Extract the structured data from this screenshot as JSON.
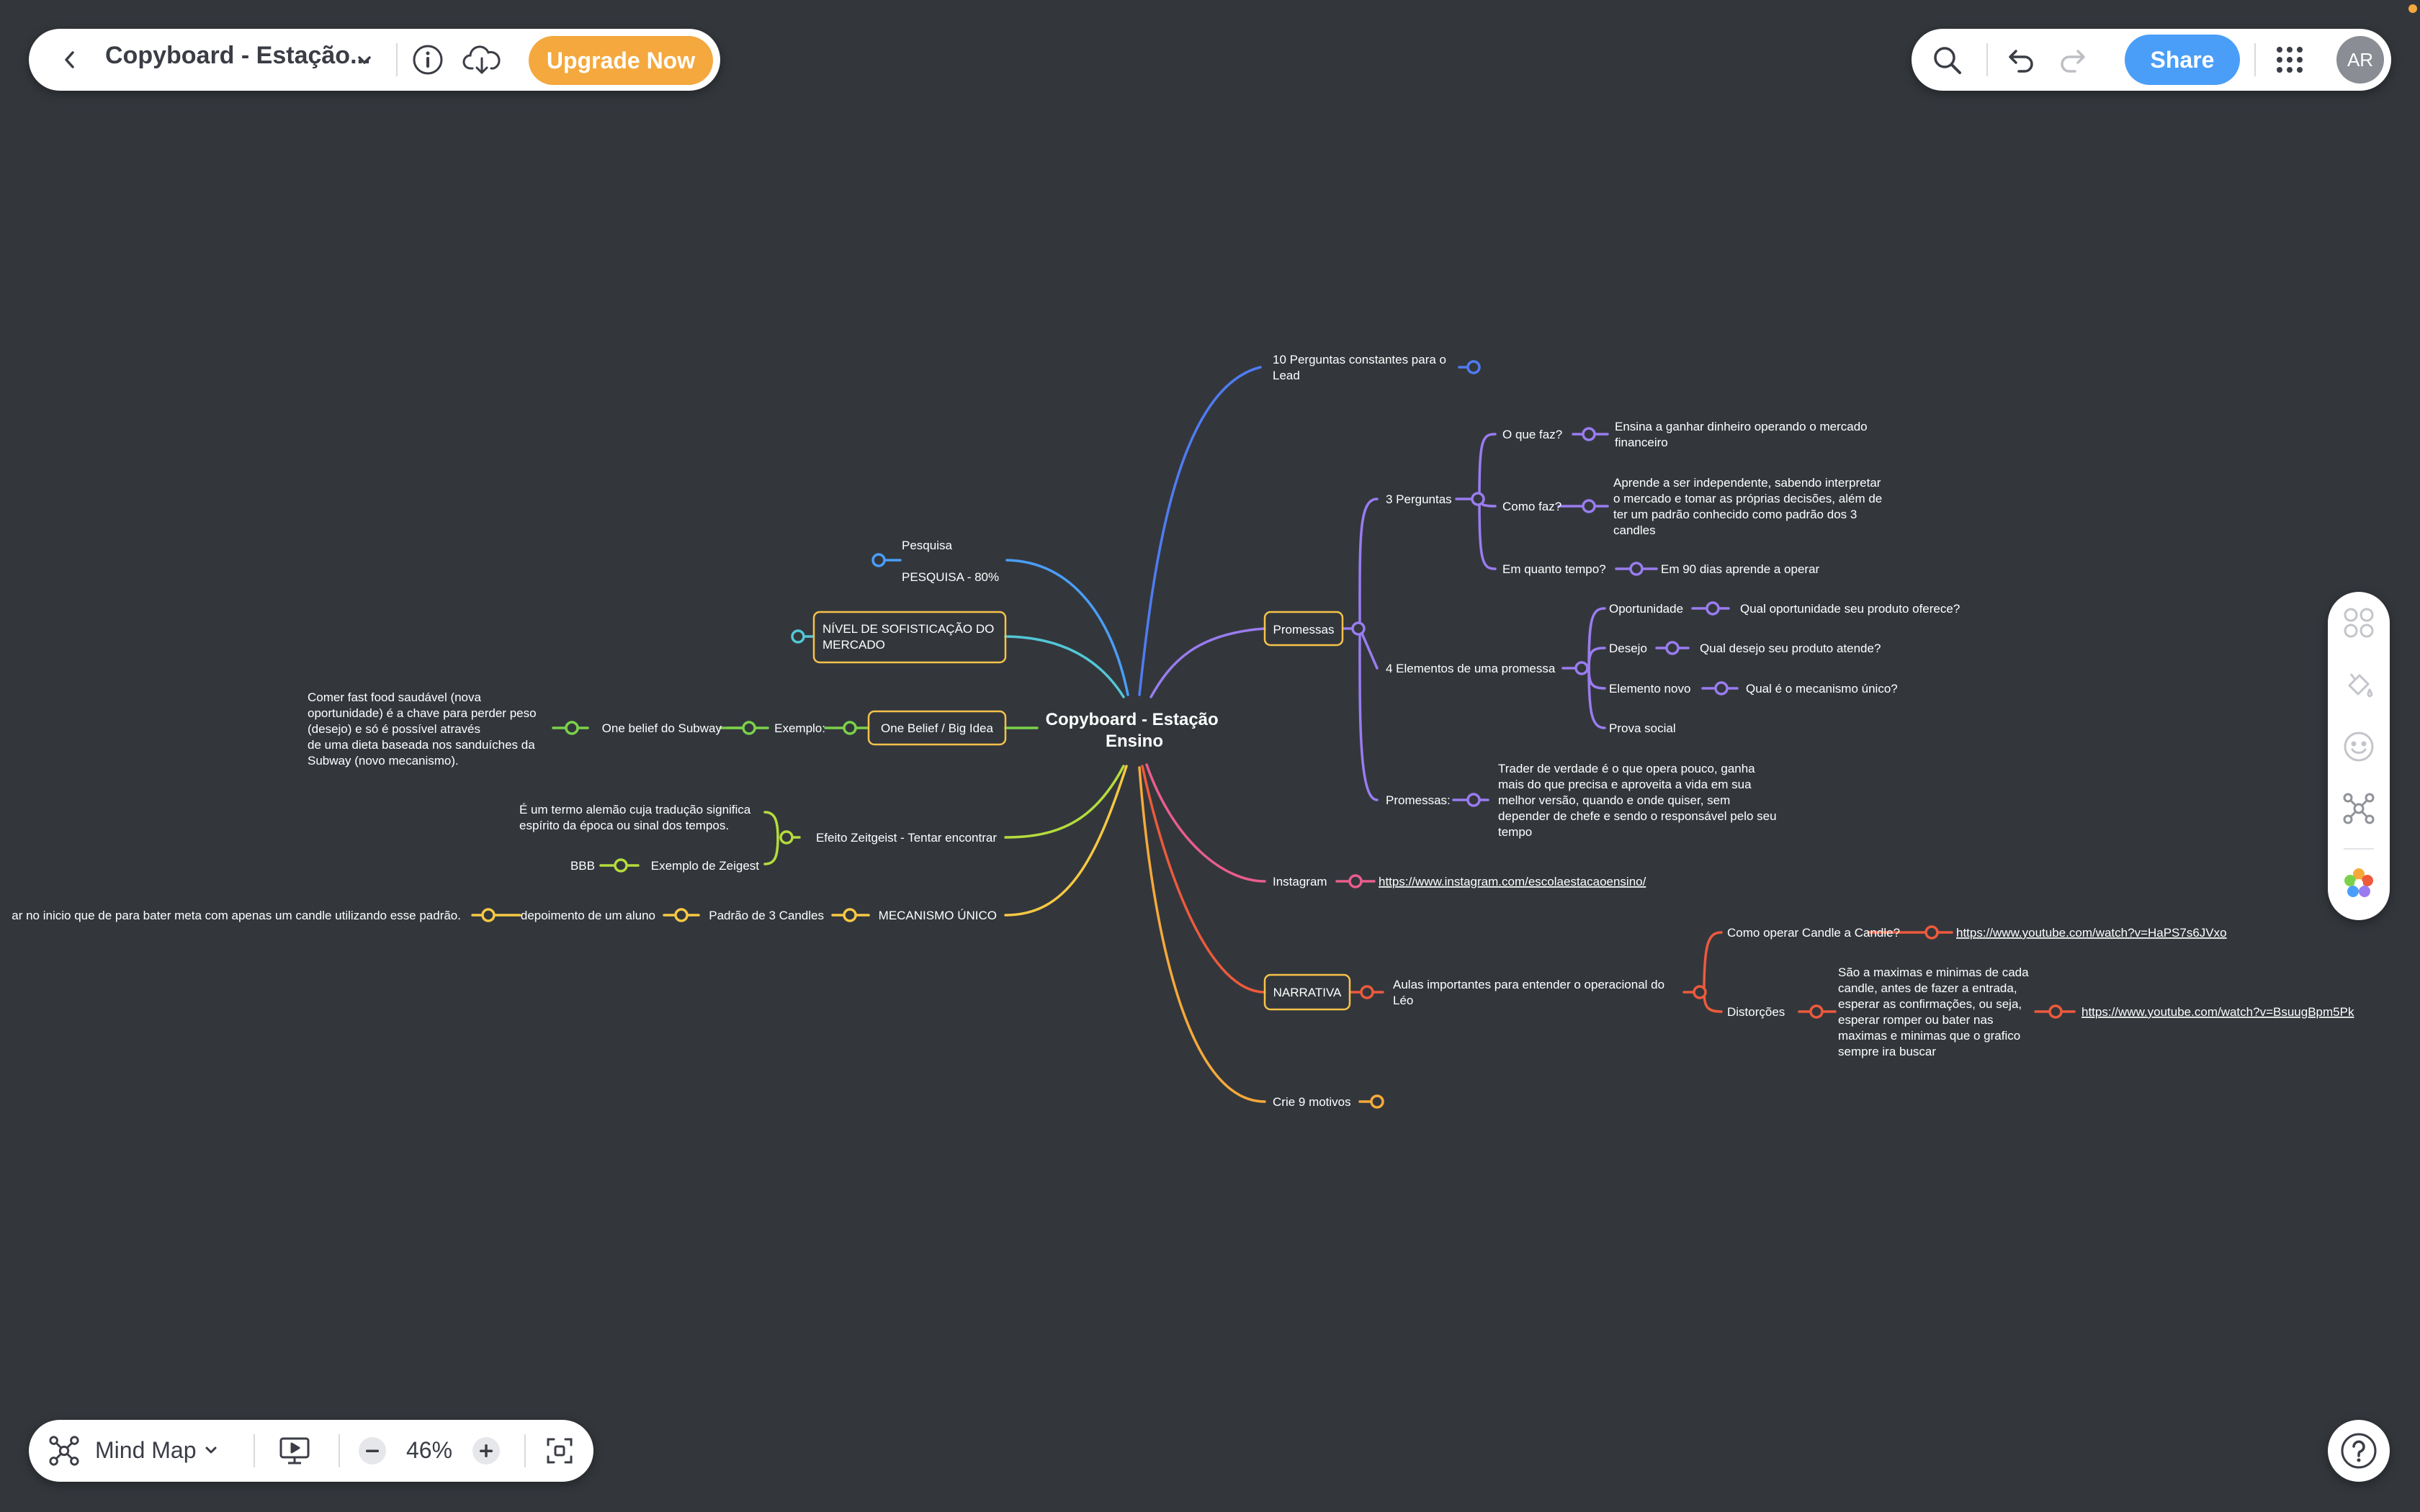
{
  "toolbar": {
    "title": "Copyboard - Estação...",
    "upgrade_label": "Upgrade Now",
    "share_label": "Share",
    "avatar_initials": "AR"
  },
  "bottombar": {
    "view_mode": "Mind Map",
    "zoom": "46%"
  },
  "colors": {
    "background": "#33373c",
    "accent_share": "#4a9ef8",
    "accent_upgrade": "#f4a83e",
    "branch_blue": "#4f7cf2",
    "branch_purple": "#9a7cf0",
    "branch_cyan": "#53c7d6",
    "branch_green": "#7bd24a",
    "branch_lime": "#b5dc3c",
    "branch_yellow": "#f7c844",
    "branch_pink": "#ea5d8c",
    "branch_red": "#ee5a3c",
    "branch_orange": "#f6a93b"
  },
  "mindmap": {
    "root": "Copyboard - Estação Ensino",
    "root_lines": [
      "Copyboard - Estação",
      "Ensino"
    ],
    "perguntas_lead": [
      "10 Perguntas constantes para o",
      "Lead"
    ],
    "promessas": "Promessas",
    "tres_perguntas": "3 Perguntas",
    "o_que_faz": "O que faz?",
    "o_que_faz_answer": [
      "Ensina a ganhar dinheiro operando o mercado",
      "financeiro"
    ],
    "como_faz": "Como faz?",
    "como_faz_answer": [
      "Aprende a ser independente, sabendo interpretar",
      "o mercado e tomar as próprias decisões, além de",
      "ter um padrão conhecido como padrão dos 3",
      "candles"
    ],
    "quanto_tempo": "Em quanto tempo?",
    "quanto_tempo_answer": "Em 90 dias aprende a operar",
    "quatro_elementos": "4 Elementos de uma promessa",
    "oportunidade": "Oportunidade",
    "oportunidade_q": "Qual oportunidade seu produto oferece?",
    "desejo": "Desejo",
    "desejo_q": "Qual desejo seu produto atende?",
    "elemento_novo": "Elemento novo",
    "elemento_novo_q": "Qual é o mecanismo único?",
    "prova_social": "Prova social",
    "promessas_sub": "Promessas:",
    "promessas_text": [
      "Trader de verdade é o que opera pouco, ganha",
      "mais do que precisa e aproveita a vida em sua",
      "melhor versão, quando e onde quiser, sem",
      "depender de chefe e sendo o responsável pelo seu",
      "tempo"
    ],
    "instagram": "Instagram",
    "instagram_url": "https://www.instagram.com/escolaestacaoensino/",
    "narrativa": "NARRATIVA",
    "aulas": [
      "Aulas importantes para entender o operacional do",
      "Léo"
    ],
    "como_operar": "Como operar Candle a Candle?",
    "yt1": "https://www.youtube.com/watch?v=HaPS7s6JVxo",
    "distorcoes": "Distorções",
    "distorcoes_text": [
      "São a maximas e minimas de cada",
      "candle, antes de fazer a entrada,",
      "esperar as confirmações, ou seja,",
      "esperar romper ou bater nas",
      "maximas e minimas que o grafico",
      "sempre ira buscar"
    ],
    "yt2": "https://www.youtube.com/watch?v=BsuugBpm5Pk",
    "crie": "Crie 9 motivos",
    "pesquisa": "Pesquisa",
    "pesquisa_80": "PESQUISA - 80%",
    "nivel": [
      "NÍVEL DE SOFISTICAÇÃO DO",
      "MERCADO"
    ],
    "one_belief": "One Belief / Big Idea",
    "exemplo": "Exemplo:",
    "one_belief_subway": "One belief do Subway",
    "subway_text": [
      "Comer fast food saudável (nova",
      "oportunidade) é a chave para perder peso",
      "(desejo) e só é possível através",
      "de uma dieta baseada nos sanduíches da",
      "Subway (novo mecanismo)."
    ],
    "zeitgeist": "Efeito Zeitgeist - Tentar encontrar",
    "zeitgeist_text": [
      "É um termo alemão cuja tradução significa",
      "espírito da época ou sinal dos tempos."
    ],
    "exemplo_zeigest": "Exemplo de Zeigest",
    "bbb": "BBB",
    "mecanismo": "MECANISMO ÚNICO",
    "padrao": "Padrão de 3 Candles",
    "depoimento": "depoimento de um aluno",
    "depoimento_text": "ar no inicio que de para bater meta com apenas um candle utilizando esse padrão."
  }
}
